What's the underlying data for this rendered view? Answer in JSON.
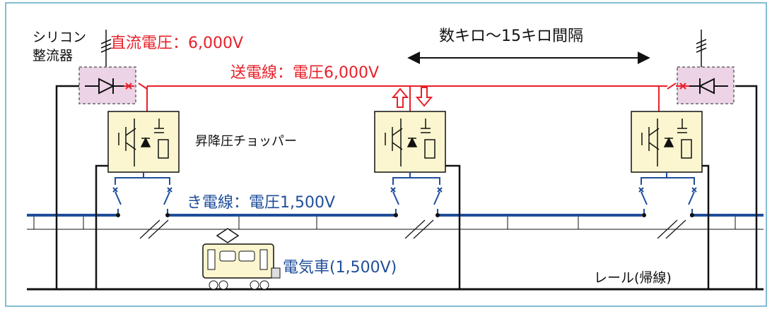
{
  "labels": {
    "rectifier": [
      "シリコン",
      "整流器"
    ],
    "dc_voltage": "直流電圧：6,000V",
    "spacing": "数キロ〜15キロ間隔",
    "transmission": "送電線：電圧6,000V",
    "chopper": "昇降圧チョッパー",
    "trolley": "き電線：電圧1,500V",
    "train": "電気車(1,500V)",
    "rail": "レール(帰線)"
  },
  "colors": {
    "frame_border": "#5aa7c4",
    "transmission_red": "#e8202a",
    "trolley_blue": "#1f4e9a",
    "rectifier_fill": "#ecd3e6",
    "chopper_fill": "#fbf6cf",
    "train_fill": "#fbf6cf",
    "line_black": "#111111"
  },
  "icons": {
    "rectifier": "diode-icon",
    "chopper_igbt": "igbt-icon",
    "chopper_capacitor": "capacitor-icon",
    "chopper_resistor": "resistor-icon",
    "power_arrows": "bidirectional-arrow-icon",
    "train": "train-icon"
  }
}
